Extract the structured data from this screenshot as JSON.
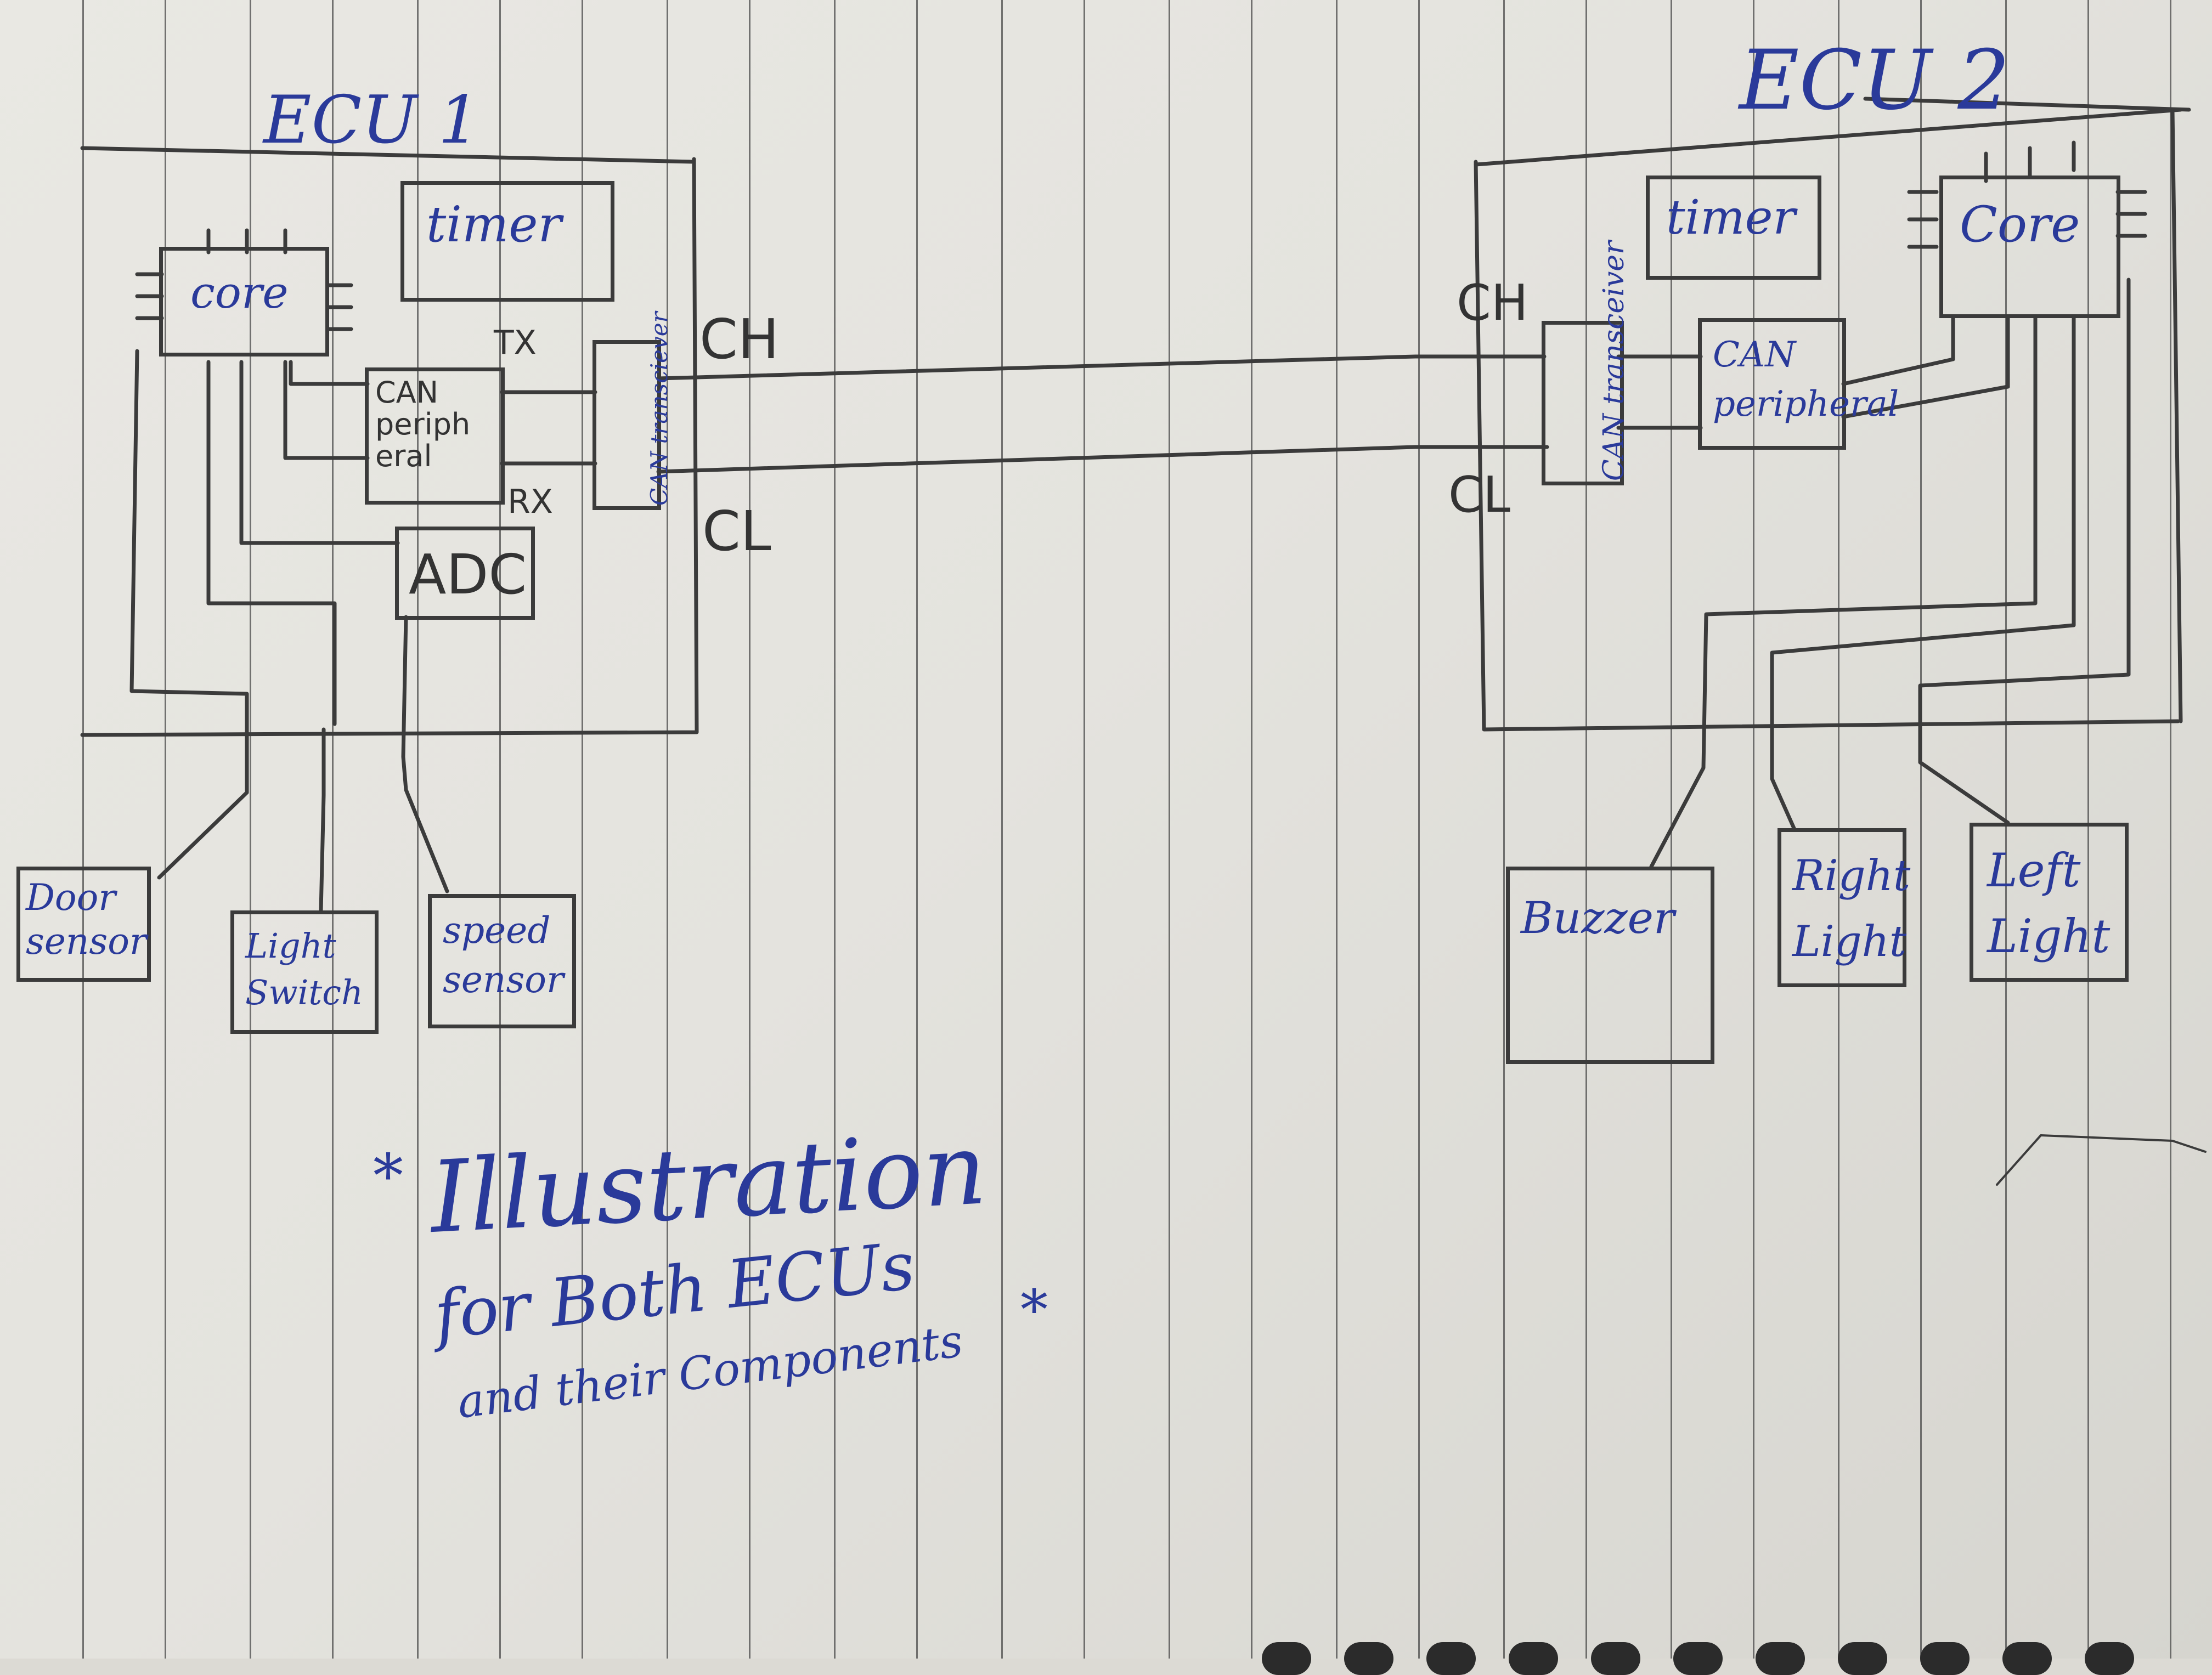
{
  "ecu1": {
    "title": "ECU 1",
    "core": "core",
    "timer": "timer",
    "can_peripheral": "CAN periph eral",
    "can_transceiver": "CAN transciever",
    "tx": "TX",
    "rx": "RX",
    "adc": "ADC",
    "ch": "CH",
    "cl": "CL"
  },
  "ecu2": {
    "title": "ECU 2",
    "core": "Core",
    "timer": "timer",
    "can_peripheral": "CAN peripheral",
    "can_transceiver": "CAN transceiver",
    "ch": "CH",
    "cl": "CL"
  },
  "devices_ecu1": {
    "door_sensor": "Door sensor",
    "light_switch": "Light Switch",
    "speed_sensor": "speed sensor"
  },
  "devices_ecu2": {
    "buzzer": "Buzzer",
    "right_light": "Right Light",
    "left_light": "Left Light"
  },
  "note": {
    "star_left": "*",
    "line1": "Illustration",
    "line2": "for Both ECUs",
    "line3": "and their Components",
    "star_right": "*"
  },
  "colors": {
    "ink": "#2a3a9a",
    "pencil": "#3b3b3b",
    "paper": "#e6e5e0"
  }
}
